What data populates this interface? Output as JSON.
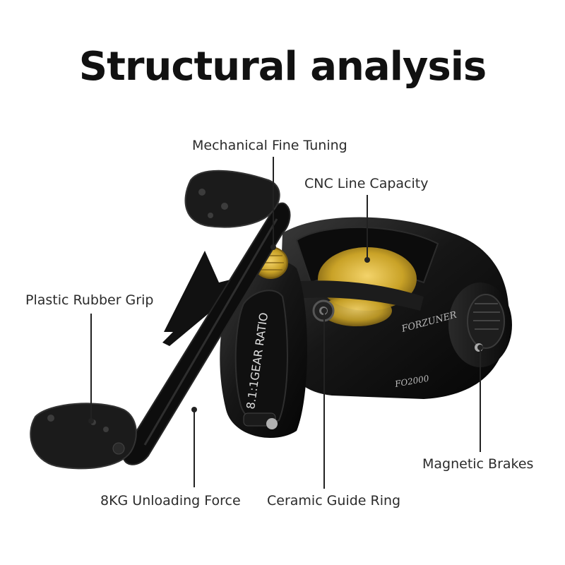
{
  "title": "Structural analysis",
  "labels": {
    "mechanical_fine_tuning": "Mechanical Fine Tuning",
    "cnc_line_capacity": "CNC Line Capacity",
    "plastic_rubber_grip": "Plastic Rubber Grip",
    "magnetic_brakes": "Magnetic Brakes",
    "unloading_force": "8KG Unloading Force",
    "ceramic_guide_ring": "Ceramic Guide Ring"
  },
  "reel": {
    "brand": "FORZUNER",
    "model": "FO2000",
    "gear_ratio": "8.1:1GEAR RATIO"
  },
  "colors": {
    "body": "#141414",
    "gold": "#c9a227",
    "leader": "#222222"
  }
}
